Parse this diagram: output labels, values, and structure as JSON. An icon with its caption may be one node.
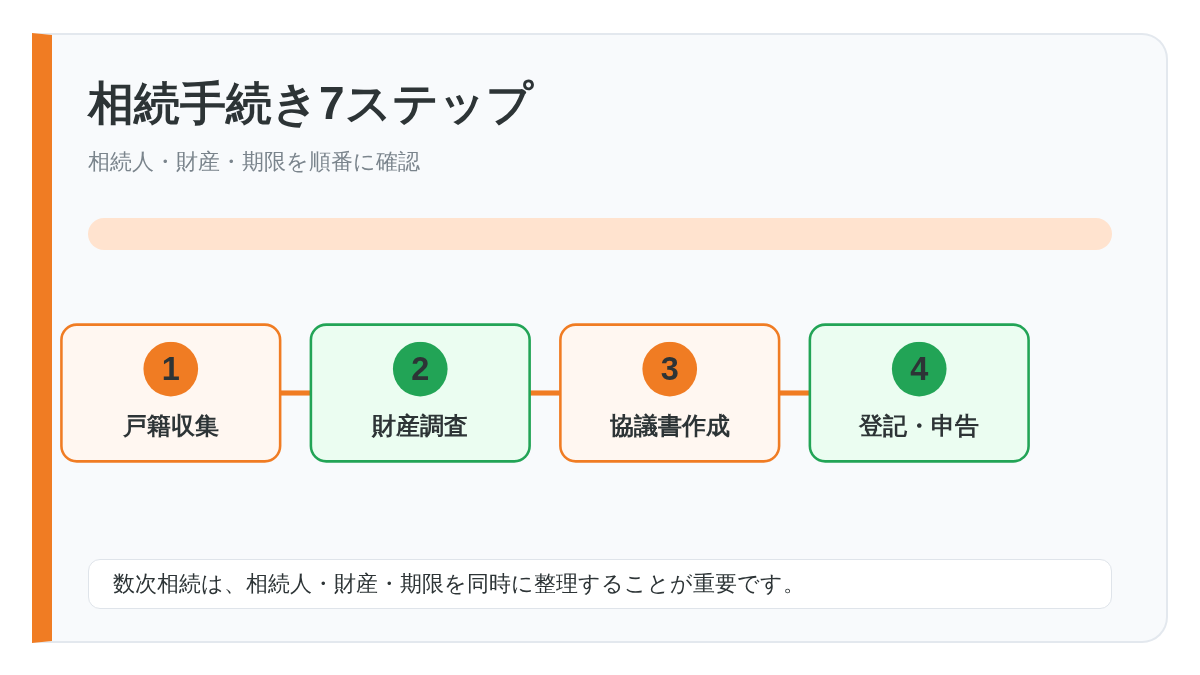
{
  "diagram": {
    "title": "相続手続き7ステップ",
    "nodes": [
      {
        "text": [
          "1",
          "戸籍収集"
        ]
      },
      {
        "text": [
          "2",
          "財産調査"
        ]
      },
      {
        "text": [
          "3",
          "協議書作成"
        ]
      },
      {
        "text": [
          "4",
          "登記・申告"
        ]
      }
    ],
    "edges": [
      {
        "from": 0,
        "to": 1,
        "arrow": "none"
      },
      {
        "from": 1,
        "to": 2,
        "arrow": "none"
      },
      {
        "from": 2,
        "to": 3,
        "arrow": "none"
      }
    ],
    "labels": [
      "相続人・財産・期限を順番に確認",
      "数次相続は、相続人・財産・期限を同時に整理することが重要です。"
    ]
  }
}
